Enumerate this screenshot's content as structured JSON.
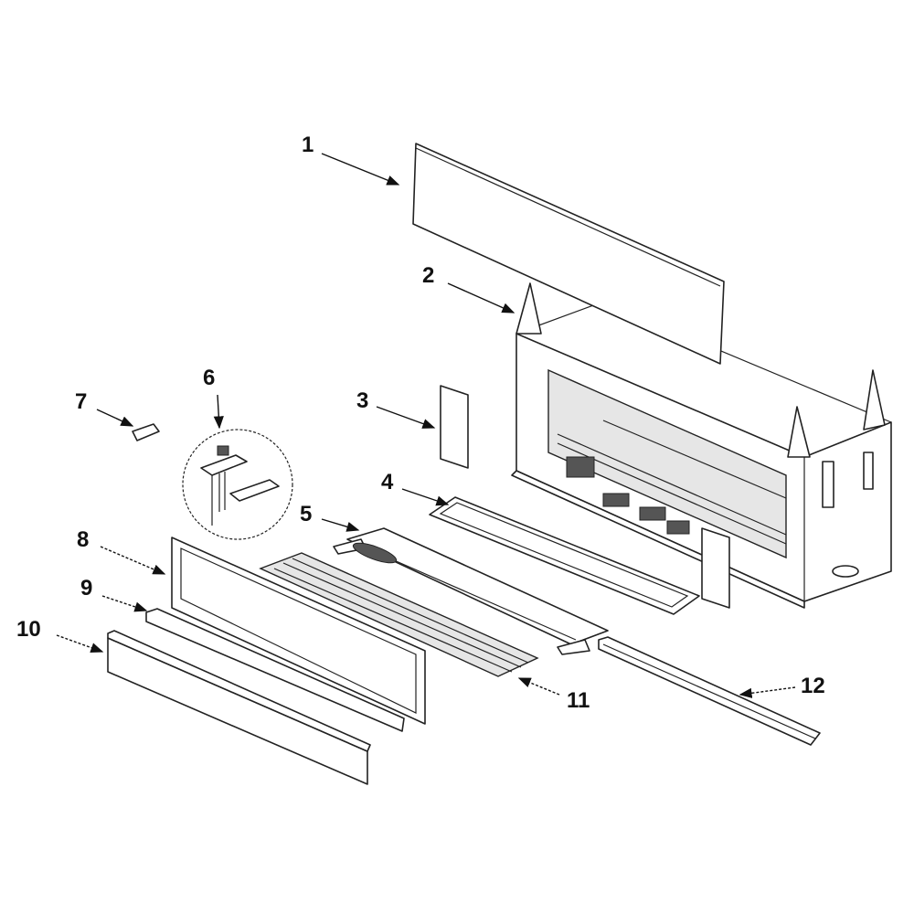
{
  "diagram": {
    "title": "Exploded parts view",
    "callouts": [
      {
        "number": "1",
        "part": "back-panel"
      },
      {
        "number": "2",
        "part": "firebox-chassis"
      },
      {
        "number": "3",
        "part": "side-bracket"
      },
      {
        "number": "4",
        "part": "ember-bed-frame"
      },
      {
        "number": "5",
        "part": "light-bar-assembly"
      },
      {
        "number": "6",
        "part": "control-board-detail"
      },
      {
        "number": "7",
        "part": "clip"
      },
      {
        "number": "8",
        "part": "front-glass-frame"
      },
      {
        "number": "9",
        "part": "glass-strip"
      },
      {
        "number": "10",
        "part": "bottom-trim"
      },
      {
        "number": "11",
        "part": "heater-grille"
      },
      {
        "number": "12",
        "part": "rail"
      }
    ]
  }
}
